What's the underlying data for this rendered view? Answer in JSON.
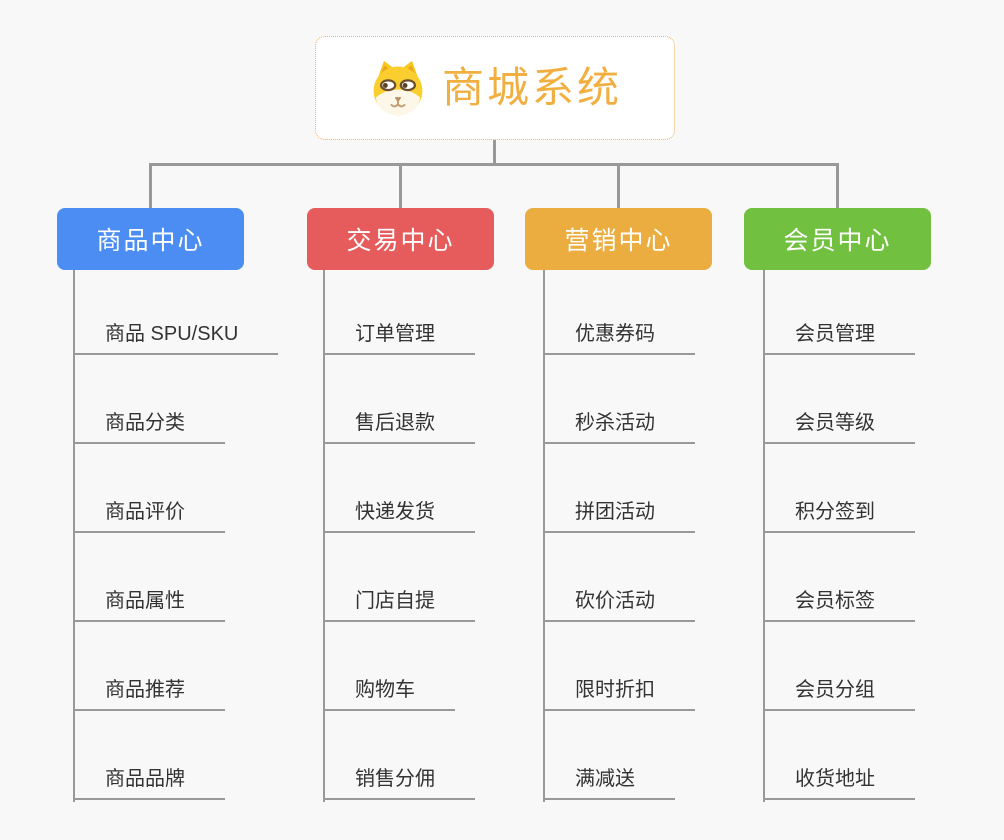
{
  "root": {
    "label": "商城系统",
    "icon": "shiba-dog-icon"
  },
  "branches": [
    {
      "label": "商品中心",
      "color": "#4b8df2",
      "children": [
        "商品 SPU/SKU",
        "商品分类",
        "商品评价",
        "商品属性",
        "商品推荐",
        "商品品牌"
      ]
    },
    {
      "label": "交易中心",
      "color": "#e65c5c",
      "children": [
        "订单管理",
        "售后退款",
        "快递发货",
        "门店自提",
        "购物车",
        "销售分佣"
      ]
    },
    {
      "label": "营销中心",
      "color": "#ebad40",
      "children": [
        "优惠券码",
        "秒杀活动",
        "拼团活动",
        "砍价活动",
        "限时折扣",
        "满减送"
      ]
    },
    {
      "label": "会员中心",
      "color": "#71c040",
      "children": [
        "会员管理",
        "会员等级",
        "积分签到",
        "会员标签",
        "会员分组",
        "收货地址"
      ]
    }
  ],
  "style": {
    "background_color": "#f8f8f8",
    "connector_color": "#999999",
    "root_text_color": "#f2af41",
    "root_border_color": "#f0ae5a",
    "child_text_color": "#333333"
  }
}
